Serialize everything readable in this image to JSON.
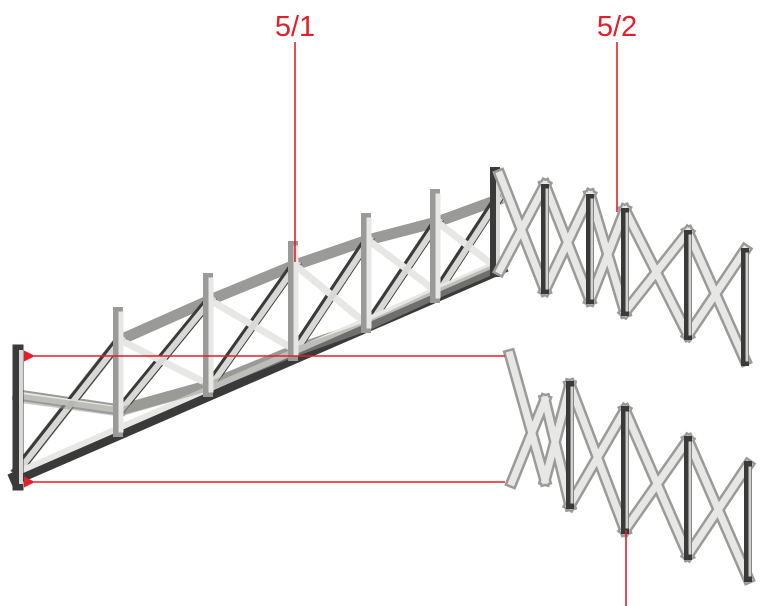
{
  "callouts": [
    {
      "id": "5-1",
      "label": "5/1"
    },
    {
      "id": "5-2",
      "label": "5/2"
    }
  ],
  "colors": {
    "annotation": "#e41e2b",
    "timber_face": "#e7e7e5",
    "timber_edge": "#9a9a98",
    "timber_dark": "#3a3a3a",
    "background": "#ffffff"
  }
}
